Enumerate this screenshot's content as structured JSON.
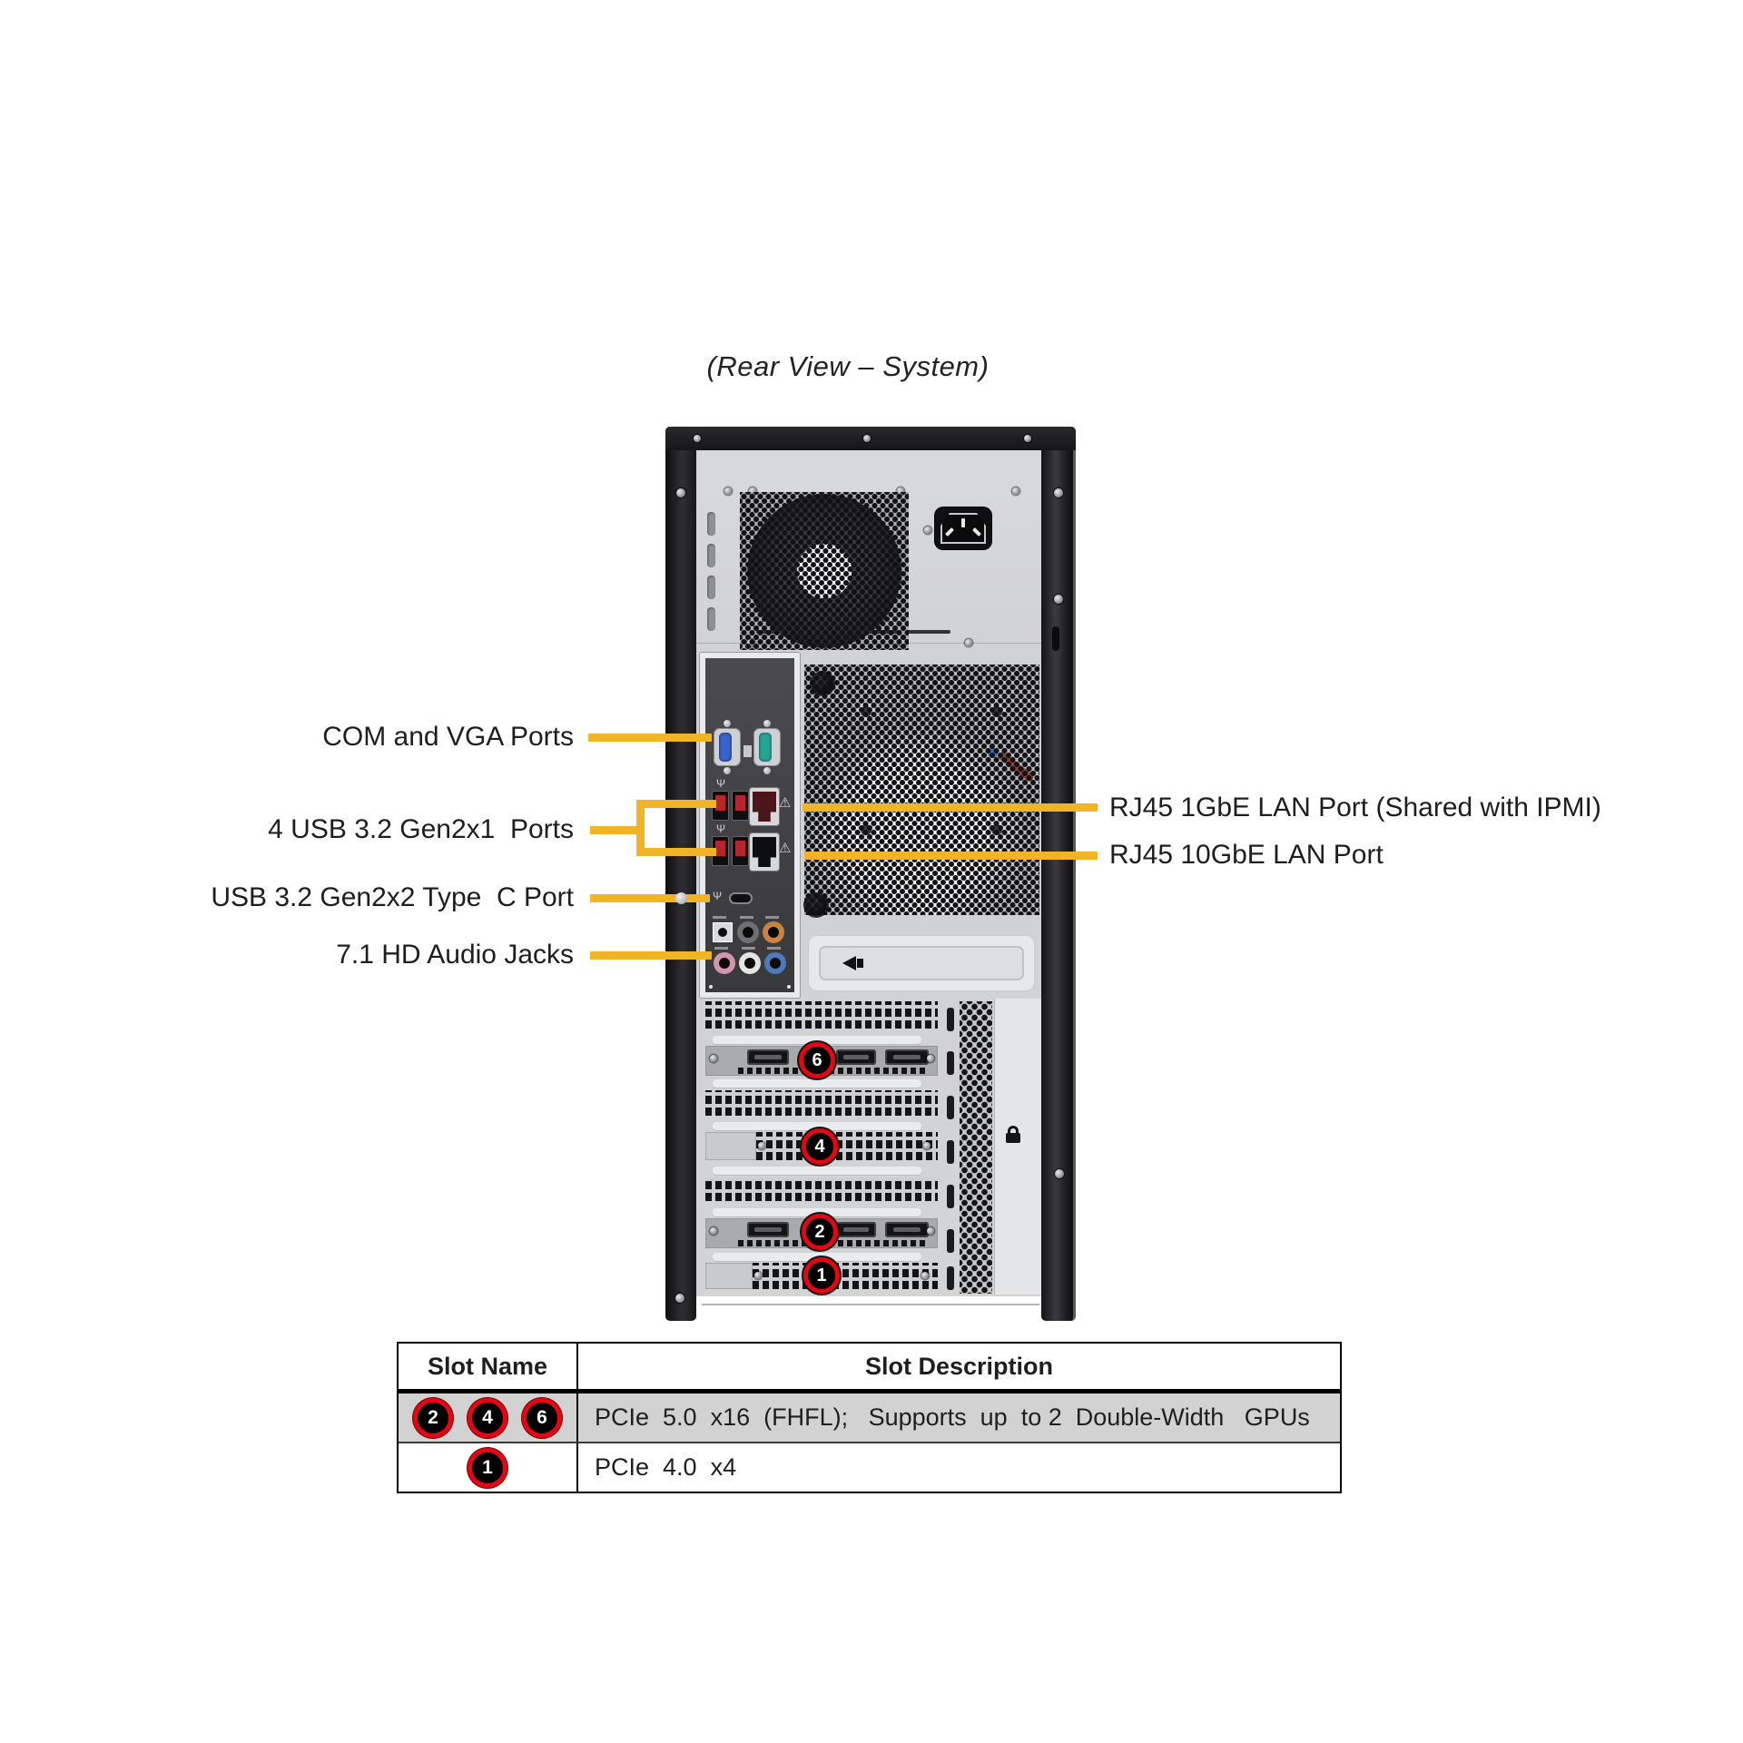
{
  "title": "(Rear View – System)",
  "callouts": {
    "left": [
      {
        "label": "COM and VGA Ports"
      },
      {
        "label": "4 USB 3.2 Gen2x1  Ports"
      },
      {
        "label": "USB 3.2 Gen2x2 Type  C Port"
      },
      {
        "label": "7.1 HD Audio Jacks"
      }
    ],
    "right": [
      {
        "label": "RJ45 1GbE LAN Port (Shared with IPMI)"
      },
      {
        "label": "RJ45 10GbE LAN Port"
      }
    ]
  },
  "badges": {
    "slot6": "6",
    "slot4": "4",
    "slot2": "2",
    "slot1": "1"
  },
  "table": {
    "headers": [
      "Slot Name",
      "Slot Description"
    ],
    "rows": [
      {
        "slots": [
          "2",
          "4",
          "6"
        ],
        "description": "PCIe  5.0  x16  (FHFL);   Supports  up  to 2  Double-Width   GPUs"
      },
      {
        "slots": [
          "1"
        ],
        "description": "PCIe  4.0  x4"
      }
    ]
  },
  "colors": {
    "callout_line": "#F1B427",
    "slot_badge_ring": "#E30613",
    "slot_badge_fill": "#000000",
    "table_row_highlight": "#D2D2D2"
  }
}
